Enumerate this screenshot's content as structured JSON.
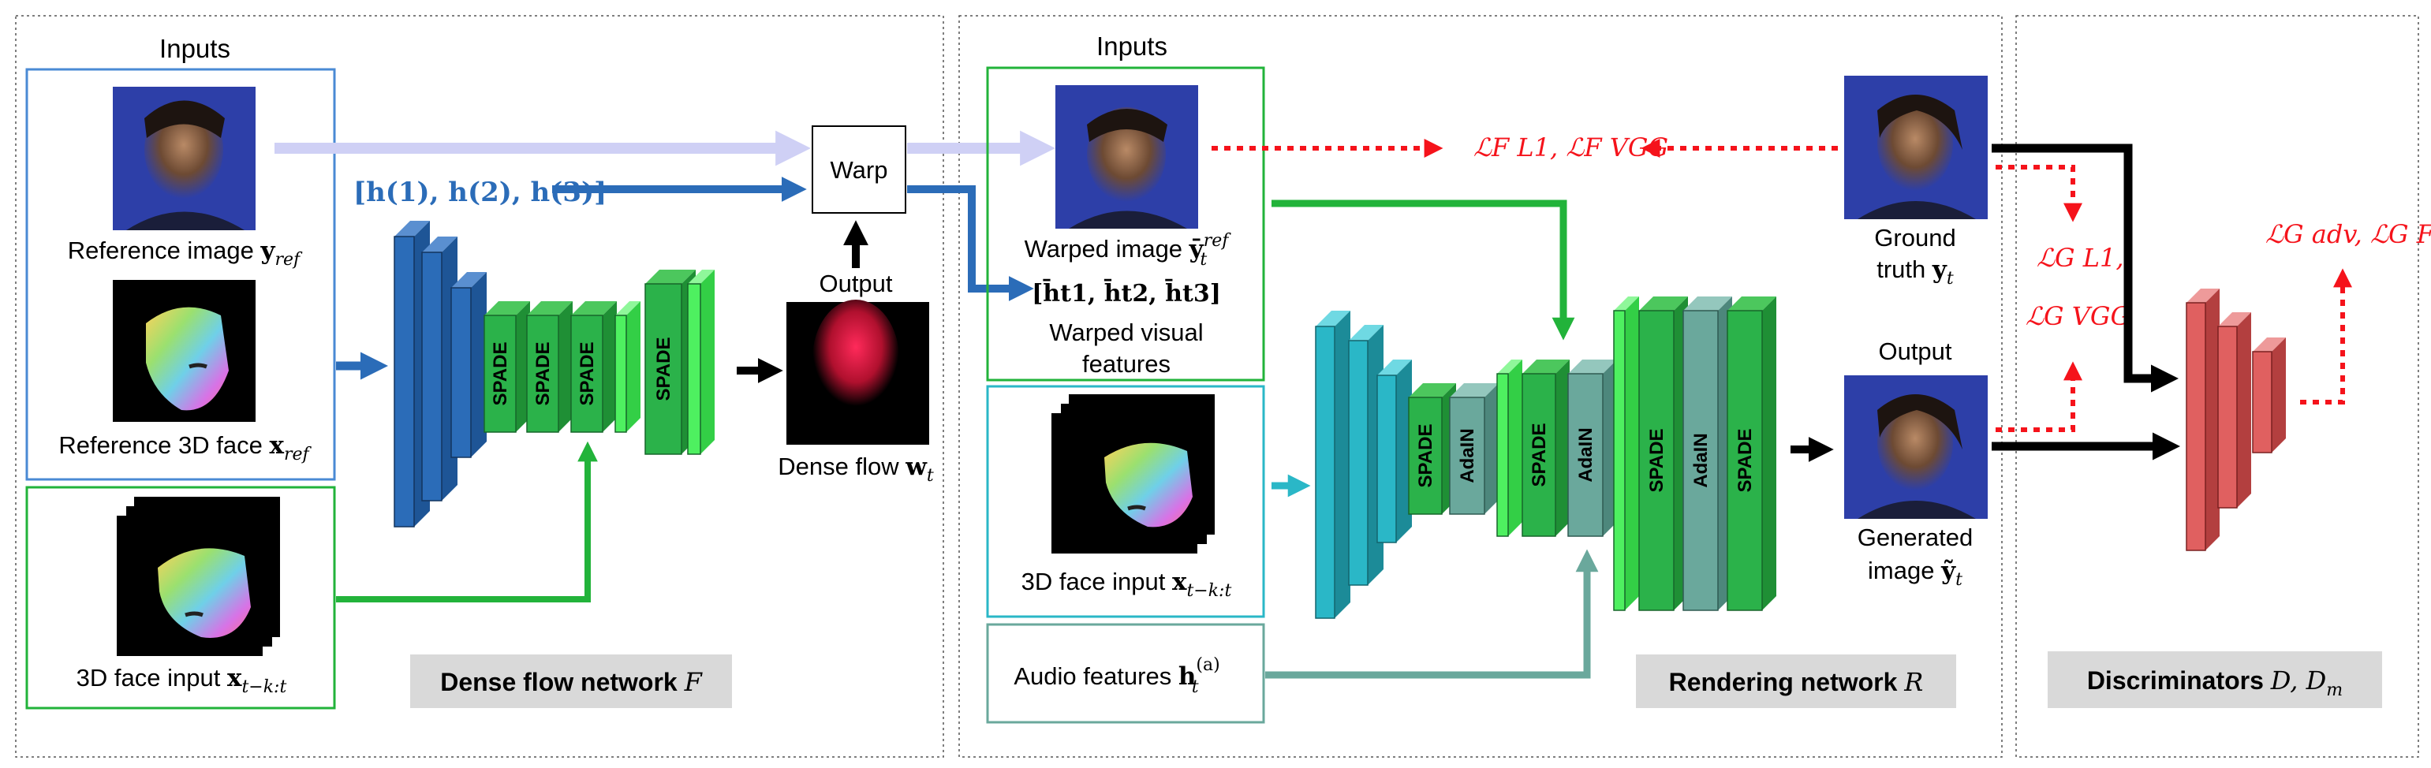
{
  "colors": {
    "blue": "#2b6cb8",
    "light_blue_arrow": "#cfd0f5",
    "green": "#22b33a",
    "spade_green": "#2bb24a",
    "light_green": "#4ef060",
    "teal": "#2ab7c7",
    "gray_teal": "#6aa89c",
    "red": "#f5131b",
    "disc_red": "#e06060",
    "title_bg": "#d9d9d9"
  },
  "left": {
    "inputs_title": "Inputs",
    "reference_image": {
      "text": "Reference image ",
      "math": "y",
      "sub": "ref"
    },
    "reference_face": {
      "text": "Reference 3D face ",
      "math": "x",
      "sub": "ref"
    },
    "face_input": {
      "text": "3D face input ",
      "math": "x",
      "sub": "t−k:t"
    },
    "hidden_features": "[h(1), h(2), h(3)]",
    "warp_label": "Warp",
    "output_label": "Output",
    "dense_flow": {
      "text": "Dense flow ",
      "math": "w",
      "sub": "t"
    },
    "spade_labels": [
      "SPADE",
      "SPADE",
      "SPADE",
      "SPADE"
    ],
    "network_title": {
      "text": "Dense flow network ",
      "math": "F"
    }
  },
  "middle": {
    "inputs_title": "Inputs",
    "warped_image": {
      "text": "Warped image ",
      "math": "ȳ",
      "sup": "ref",
      "sub": "t"
    },
    "warped_features_math": "[h̄t1, h̄t2, h̄t3]",
    "warped_features_label_1": "Warped visual",
    "warped_features_label_2": "features",
    "face_input": {
      "text": "3D face input ",
      "math": "x",
      "sub": "t−k:t"
    },
    "audio": {
      "text": "Audio features ",
      "math": "h",
      "sup": "(a)",
      "sub": "t"
    },
    "block_labels": [
      "SPADE",
      "AdaIN",
      "SPADE",
      "AdaIN",
      "SPADE",
      "AdaIN",
      "SPADE"
    ],
    "network_title": {
      "text": "Rendering network ",
      "math": "R"
    }
  },
  "right": {
    "loss_f": "ℒF L1, ℒF VGG",
    "loss_g1": "ℒG L1,",
    "loss_g2": "ℒG VGG",
    "loss_adv": "ℒG adv, ℒG FM",
    "ground_truth_1": "Ground",
    "ground_truth_2": {
      "text": "truth ",
      "math": "y",
      "sub": "t"
    },
    "output_label": "Output",
    "generated_1": "Generated",
    "generated_2": {
      "text": "image ",
      "math": "ỹ",
      "sub": "t"
    },
    "disc_title": {
      "text": "Discriminators ",
      "math": "D, D",
      "sub": "m"
    }
  }
}
